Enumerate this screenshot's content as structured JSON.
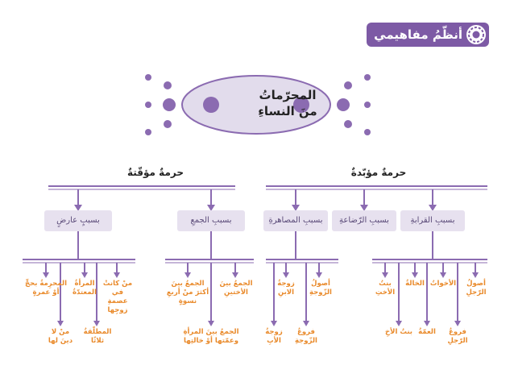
{
  "badge": {
    "title": "أنظّمُ مفاهيمي",
    "icon": "flower-emblem-icon"
  },
  "center": {
    "title_line1": "المحرّماتُ",
    "title_line2": "منَ النساءِ"
  },
  "branches": {
    "permanent": "حرمةٌ مؤبّدةٌ",
    "temporary": "حرمةٌ مؤقّتةٌ"
  },
  "causes": {
    "kinship": "بسببِ القرابةِ",
    "nursing": "بسببِ الرّضاعةِ",
    "marriage": "بسببِ المصاهرةِ",
    "combining": "بسببِ الجمعِ",
    "incidental": "بسببٍ عارضٍ"
  },
  "kinship_items": {
    "k1": "أصولُ الرّجلِ",
    "k2": "الأخواتُ",
    "k3": "الخالةُ",
    "k4": "بنتُ الأختِ",
    "k5": "فروعُ الرّجلِ",
    "k6": "العمّةُ",
    "k7": "بنتُ الأخِ"
  },
  "marriage_items": {
    "m1": "أصولُ الزّوجةِ",
    "m2": "زوجةُ الابنِ",
    "m3": "فروعُ الزّوجةِ",
    "m4": "زوجةُ الأبِ"
  },
  "combining_items": {
    "c1": "الجمعُ بينَ الأختينِ",
    "c2": "الجمعُ بينَ أكثرَ منْ أربعِ نسوةٍ",
    "c3": "الجمعُ بينَ المرأةِ وعمّتها أوْ خالتِها"
  },
  "incidental_items": {
    "i1": "منْ كانتْ في عصمةِ زوجِها",
    "i2": "المرأةُ المعتدّةُ",
    "i3": "المحرِمةُ بحجٍّ أوْ عمرةٍ",
    "i4": "المطلّقةُ ثلاثًا",
    "i5": "منْ لا دينَ لها"
  },
  "colors": {
    "purple": "#7d5aa5",
    "line": "#8b6bb1",
    "orange": "#e98a2b",
    "box": "#e7e1ef"
  }
}
